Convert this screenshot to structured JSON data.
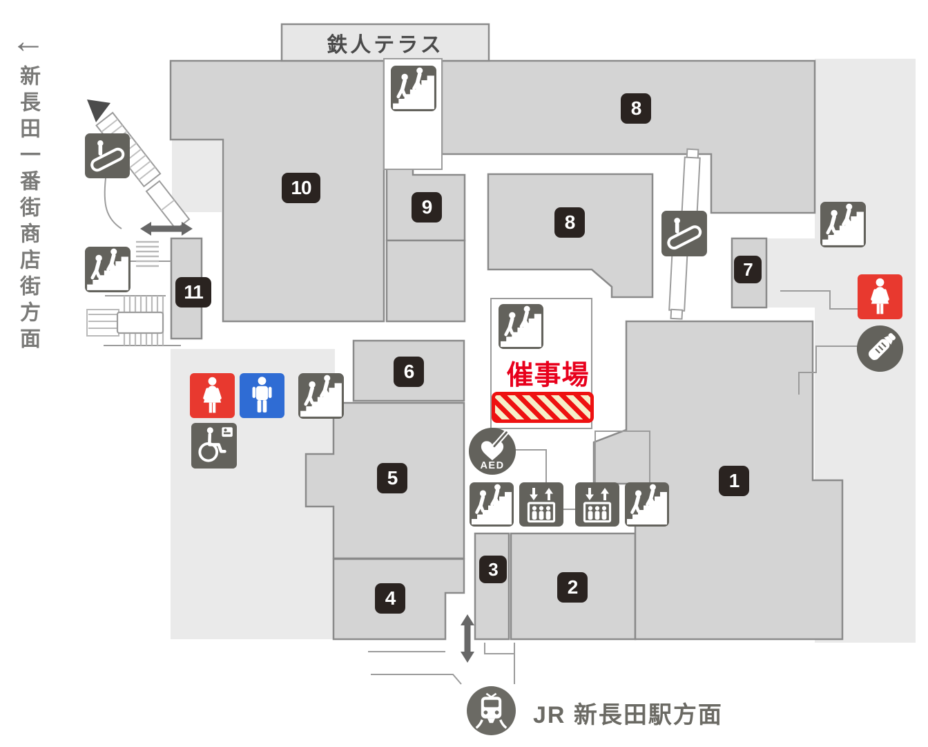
{
  "title": "shopping-street-floor-map",
  "labels": {
    "terrace": "鉄人テラス",
    "event_space": "催事場",
    "street_direction": "新長田一番街商店街方面",
    "station_direction": "JR 新長田駅方面",
    "aed": "AED",
    "left_arrow": "←"
  },
  "areas": [
    {
      "number": "10"
    },
    {
      "number": "9"
    },
    {
      "number": "8"
    },
    {
      "number": "8"
    },
    {
      "number": "7"
    },
    {
      "number": "11"
    },
    {
      "number": "6"
    },
    {
      "number": "5"
    },
    {
      "number": "4"
    },
    {
      "number": "3"
    },
    {
      "number": "2"
    },
    {
      "number": "1"
    }
  ],
  "icons": [
    {
      "name": "stairs-icon",
      "count": 7
    },
    {
      "name": "escalator-icon",
      "count": 2
    },
    {
      "name": "elevator-icon",
      "count": 2
    },
    {
      "name": "womens-toilet-icon",
      "count": 2
    },
    {
      "name": "mens-toilet-icon",
      "count": 1
    },
    {
      "name": "accessible-toilet-icon",
      "count": 1
    },
    {
      "name": "aed-icon",
      "count": 1
    },
    {
      "name": "nursing-room-icon",
      "count": 1
    },
    {
      "name": "train-station-icon",
      "count": 1
    },
    {
      "name": "two-way-arrow-icon",
      "count": 2
    },
    {
      "name": "left-arrow-icon",
      "count": 1
    }
  ],
  "colors": {
    "area_fill": "#d4d4d4",
    "area_border": "#8a8a8a",
    "background_light": "#eaeaea",
    "icon_dark": "#63625c",
    "toilet_red": "#e8392f",
    "toilet_blue": "#2f6cd4",
    "event_red": "#e8001c",
    "hatch_red": "#ee1111",
    "hatch_cream": "#f6efca",
    "badge_bg": "#2a2320",
    "text_gray": "#7a7a78"
  }
}
